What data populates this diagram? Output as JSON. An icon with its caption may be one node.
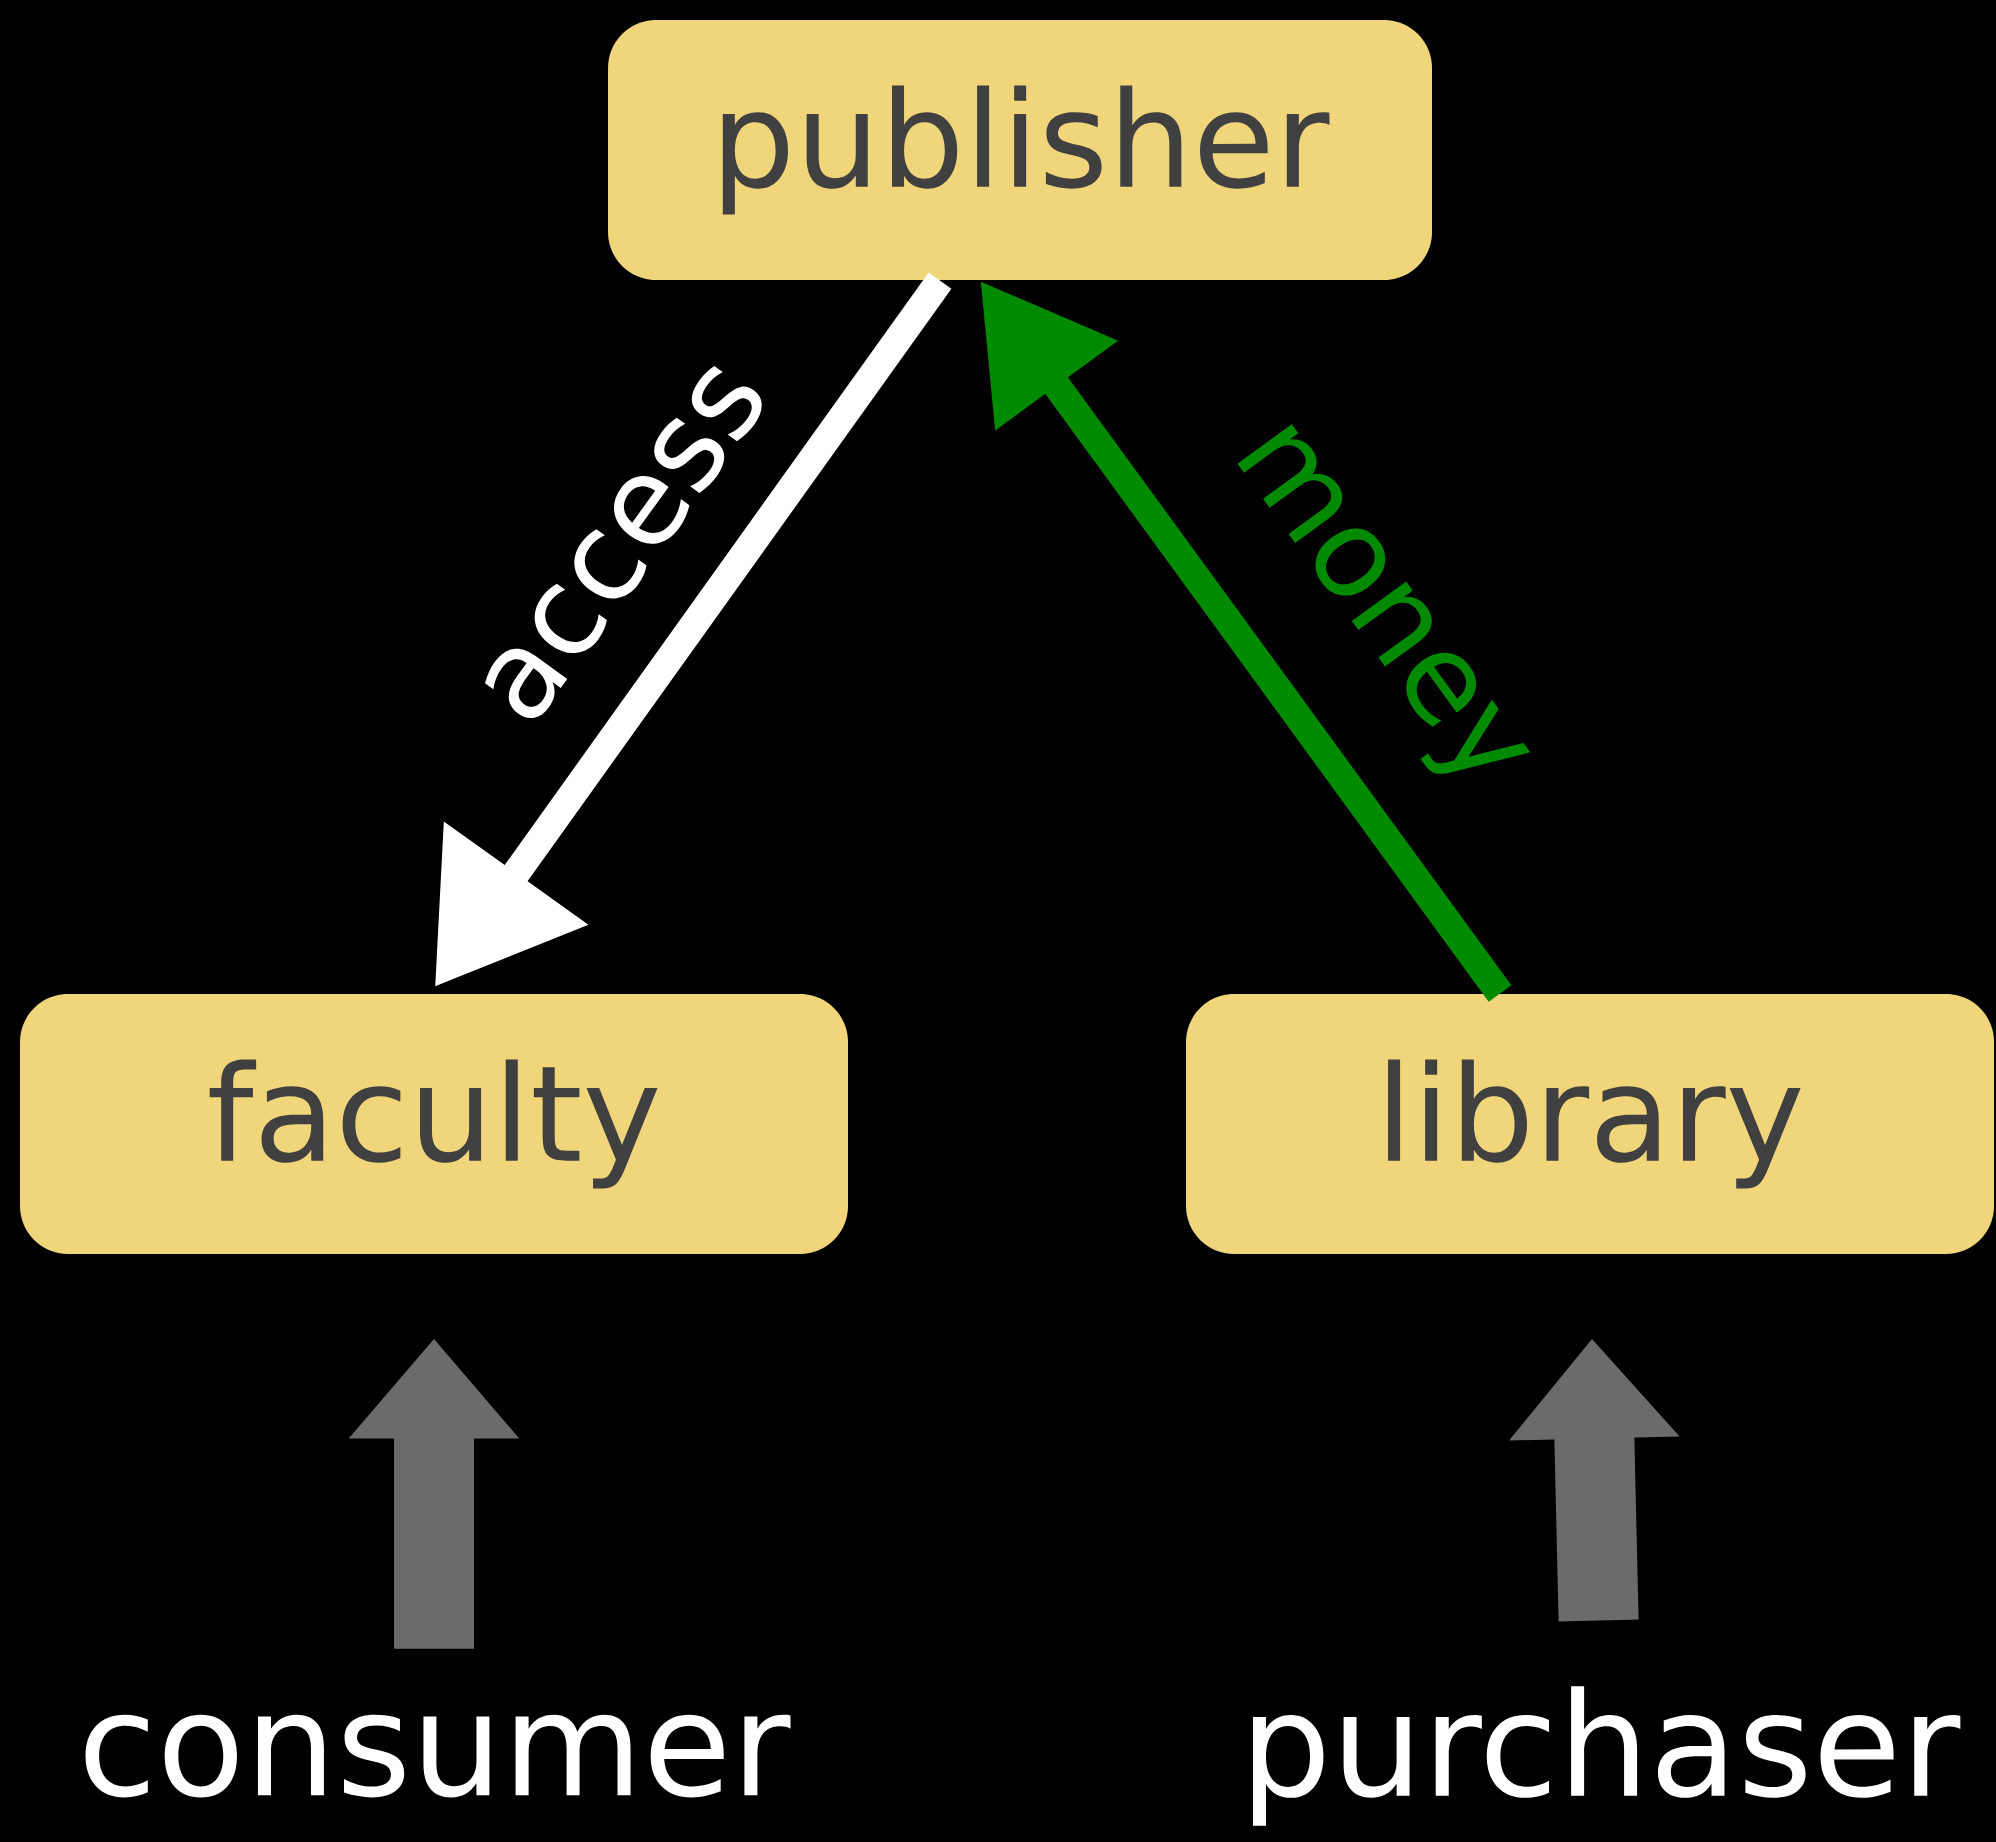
{
  "diagram": {
    "nodes": [
      {
        "text": [
          "publisher"
        ]
      },
      {
        "text": [
          "faculty"
        ]
      },
      {
        "text": [
          "library"
        ]
      },
      {
        "text": [
          "consumer"
        ]
      },
      {
        "text": [
          "purchaser"
        ]
      }
    ],
    "edges": [
      {
        "from": 0,
        "to": 1,
        "arrow": "to",
        "label": "access",
        "color": "#ffffff"
      },
      {
        "from": 2,
        "to": 0,
        "arrow": "to",
        "label": "money",
        "color": "#008a00"
      },
      {
        "from": 3,
        "to": 1,
        "arrow": "to",
        "style": "thick",
        "color": "#6b6b6b"
      },
      {
        "from": 4,
        "to": 2,
        "arrow": "to",
        "style": "thick",
        "color": "#6b6b6b"
      }
    ]
  }
}
